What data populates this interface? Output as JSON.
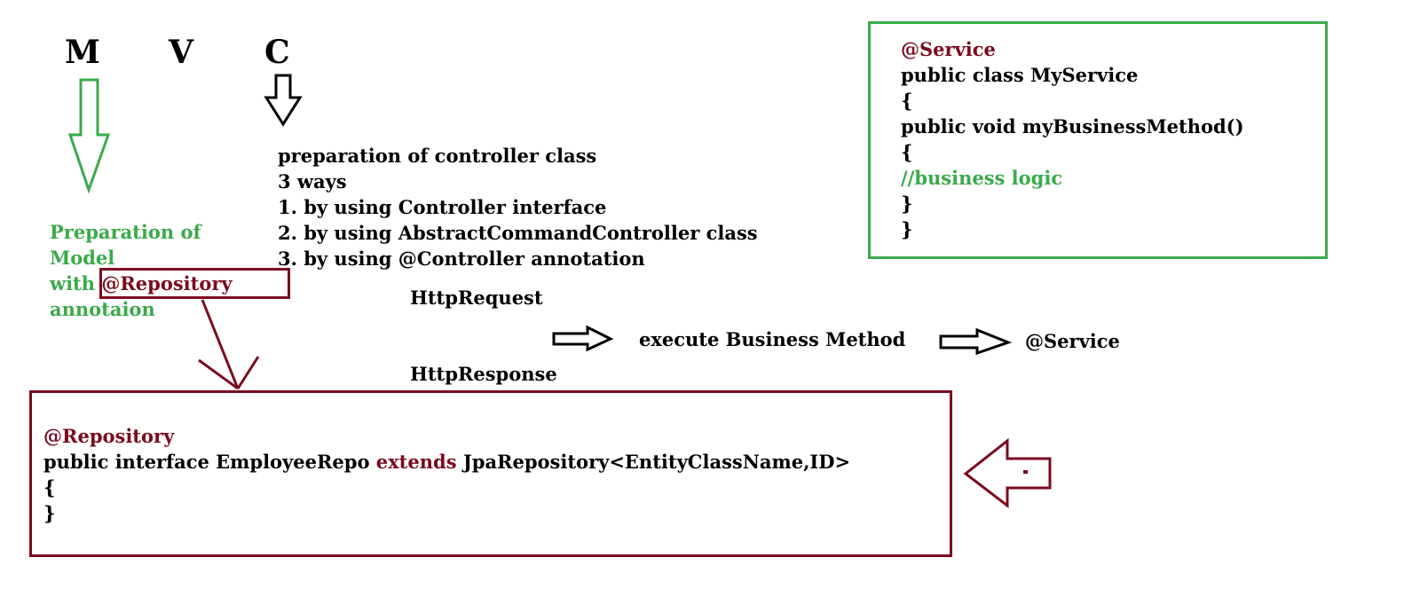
{
  "letters": {
    "m": "M",
    "v": "V",
    "c": "C"
  },
  "controller": {
    "lines": [
      "preparation of controller class",
      "3 ways",
      "1. by using Controller interface",
      "2. by using AbstractCommandController class",
      "3. by using @Controller annotation"
    ]
  },
  "model": {
    "line1": "Preparation of",
    "line2": "Model",
    "line3_prefix": "with ",
    "line3_annotation": "@Repository",
    "line4": "annotaion"
  },
  "flow": {
    "request": "HttpRequest",
    "response": "HttpResponse",
    "execute": "execute Business Method",
    "service": "@Service"
  },
  "service_box": {
    "annotation": "@Service",
    "class_decl": "public class MyService",
    "open1": "{",
    "method_decl": "public void myBusinessMethod()",
    "open2": "{",
    "comment": "//business logic",
    "close2": "}",
    "close1": "}"
  },
  "repo_box": {
    "annotation": "@Repository",
    "decl_start": "public interface EmployeeRepo ",
    "extends_kw": "extends",
    "decl_end": " JpaRepository<EntityClassName,ID>",
    "open": "{",
    "close": "}"
  },
  "colors": {
    "green": "#3aaa4a",
    "maroon": "#7b0a1e",
    "black": "#000000"
  }
}
